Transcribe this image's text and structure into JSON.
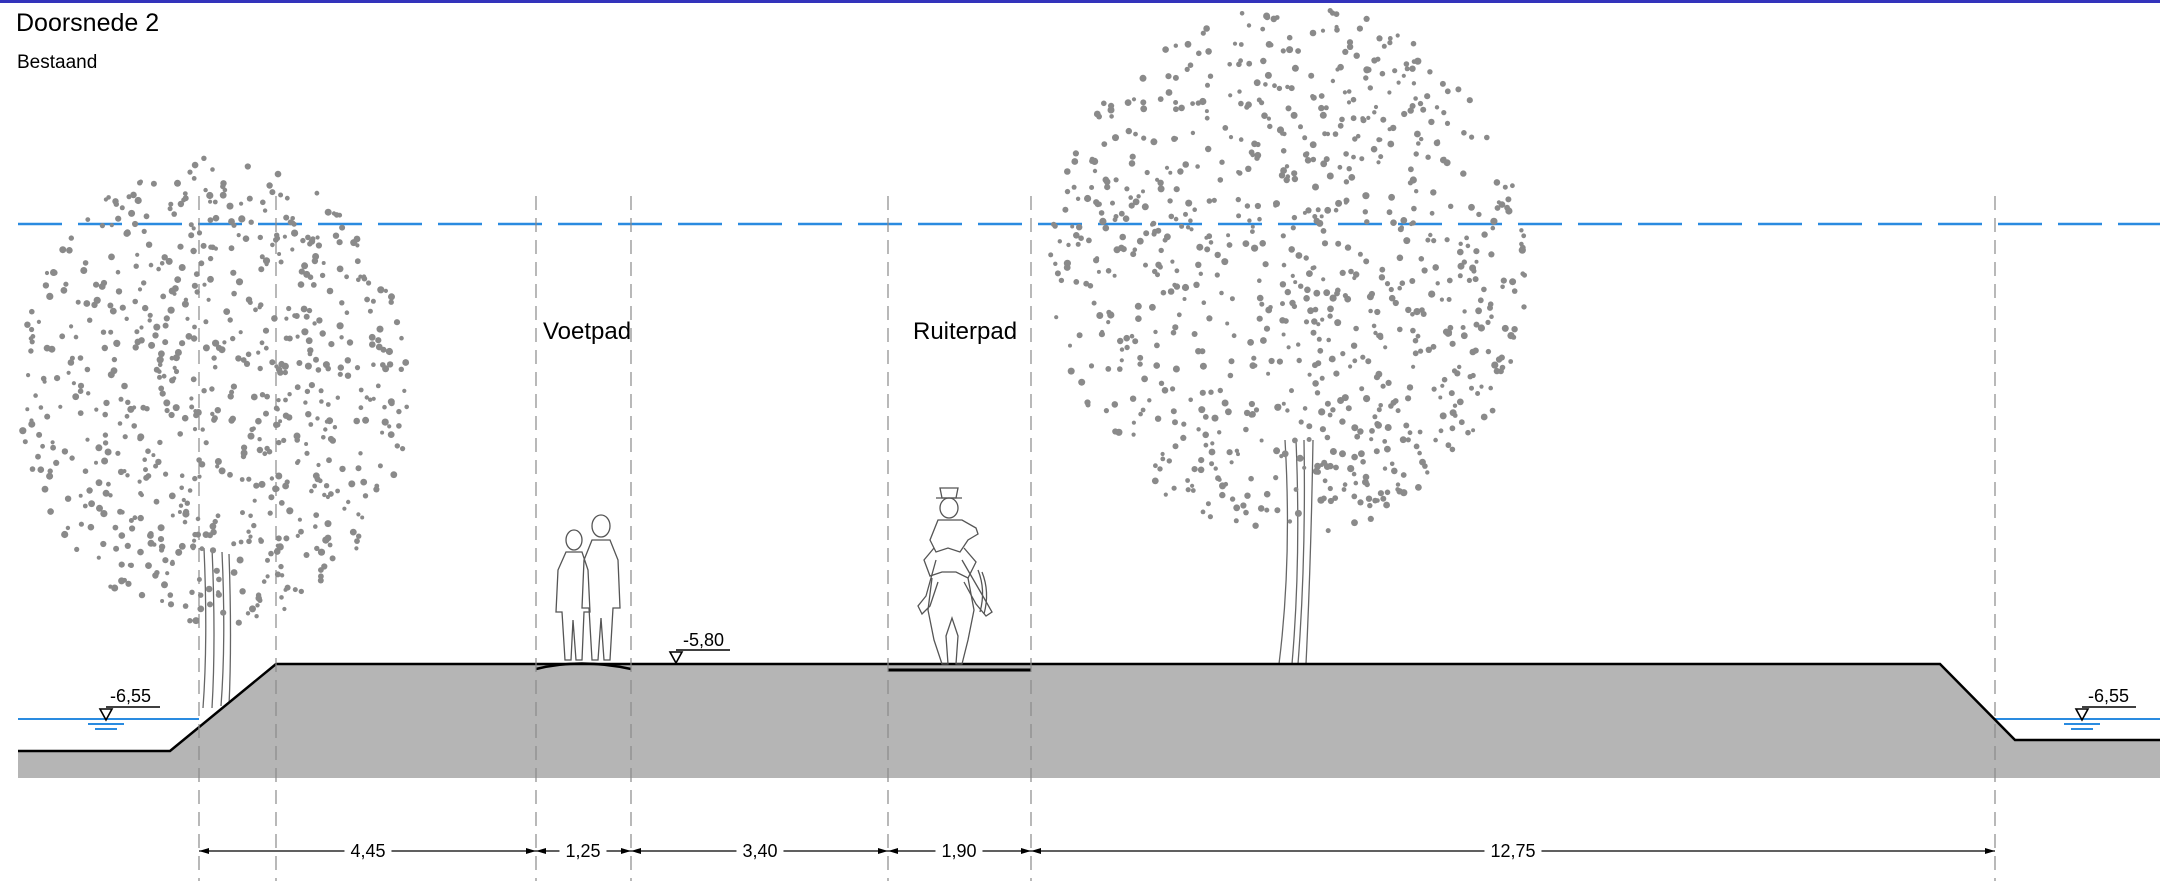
{
  "drawing": {
    "title": "Doorsnede 2",
    "subtitle": "Bestaand"
  },
  "zones": {
    "voetpad": "Voetpad",
    "ruiterpad": "Ruiterpad"
  },
  "levels": {
    "water_left": "-6,55",
    "crest": "-5,80",
    "water_right": "-6,55"
  },
  "dimensions": [
    "4,45",
    "1,25",
    "3,40",
    "1,90",
    "12,75"
  ],
  "colors": {
    "ground": "#b5b5b5",
    "water_line": "#2a8be0",
    "top_border": "#3333bb",
    "tree_dots": "#8a8a8a"
  },
  "icons": [
    "deciduous-tree-icon",
    "pedestrians-icon",
    "horse-rider-icon",
    "level-marker-icon"
  ]
}
